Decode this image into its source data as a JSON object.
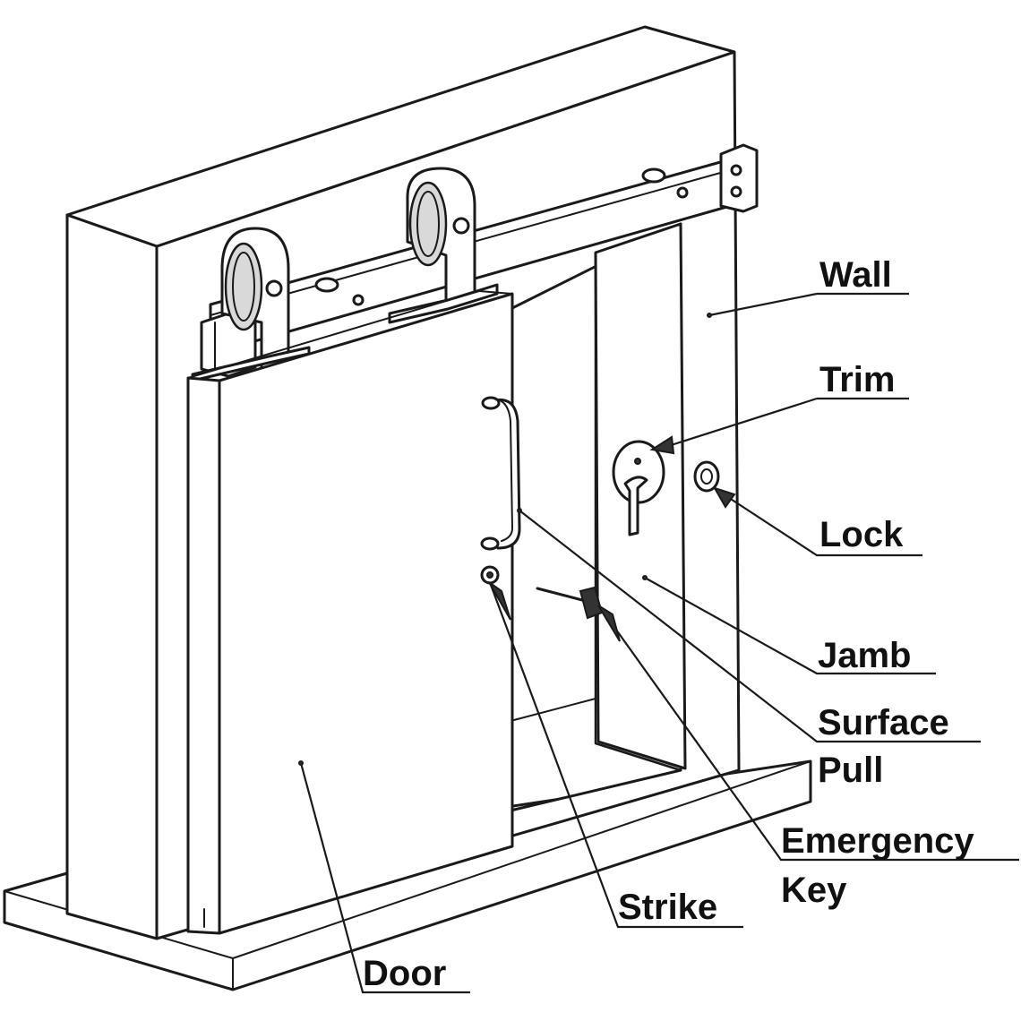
{
  "labels": {
    "wall": "Wall",
    "trim": "Trim",
    "lock": "Lock",
    "jamb": "Jamb",
    "surface_pull_line1": "Surface",
    "surface_pull_line2": "Pull",
    "emergency_key_line1": "Emergency",
    "emergency_key_line2": "Key",
    "strike": "Strike",
    "door": "Door"
  },
  "colors": {
    "ink": "#1a1a1a",
    "background": "#ffffff"
  }
}
